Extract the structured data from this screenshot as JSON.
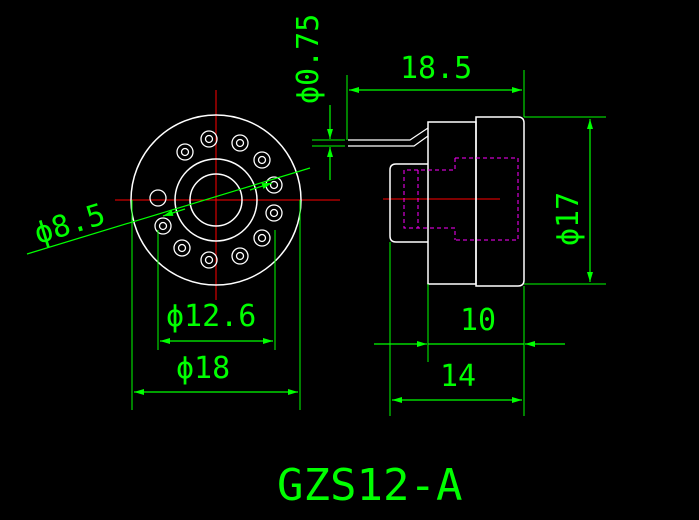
{
  "drawing": {
    "part_number": "GZS12-A",
    "dimensions": {
      "wire_dia": "ϕ0.75",
      "length_total_top": "18.5",
      "hole_circle_dia": "ϕ8.5",
      "inner_dia": "ϕ12.6",
      "outer_dia": "ϕ18",
      "body_dia": "ϕ17",
      "body_len": "10",
      "overall_len": "14"
    },
    "colors": {
      "outline": "#ffffff",
      "dimension": "#00ff00",
      "centerline": "#ff0000",
      "hidden": "#ff00ff",
      "background": "#000000"
    }
  }
}
